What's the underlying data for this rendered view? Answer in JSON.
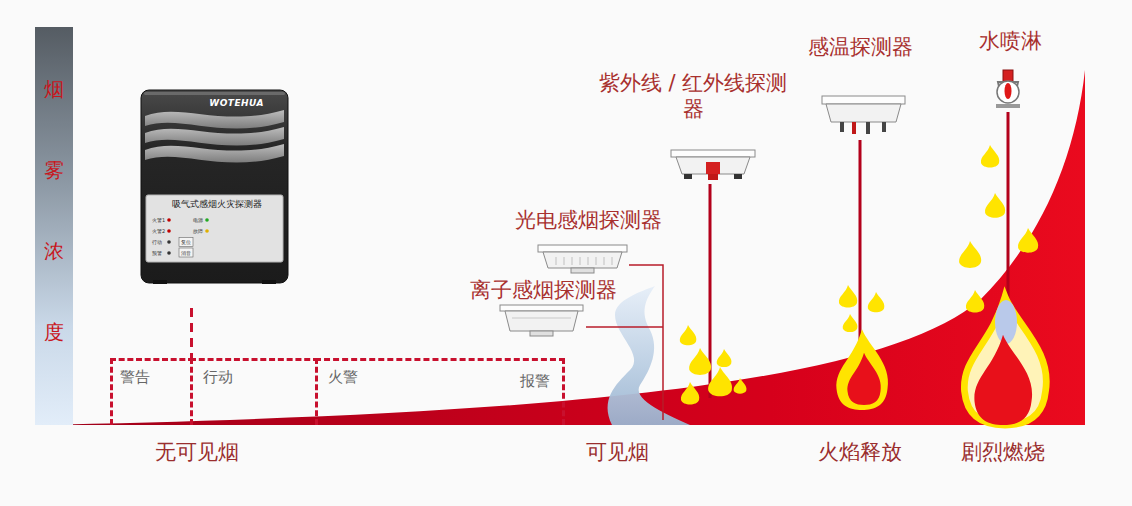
{
  "diagram": {
    "nodes": [
      {
        "text": [
          "烟雾浓度"
        ]
      },
      {
        "text": [
          "WOTEHUA"
        ]
      },
      {
        "text": [
          "吸气式感烟火灾探测器"
        ],
        "in": 1
      },
      {
        "text": [
          "警告"
        ]
      },
      {
        "text": [
          "行动"
        ]
      },
      {
        "text": [
          "火警",
          "报警"
        ]
      }
    ],
    "labels": [
      "火警1",
      "电源",
      "火警2",
      "故障",
      "行动",
      "复位",
      "预警",
      "消音",
      "紫外线 / 红外线探测 器",
      "感温探测器",
      "水喷淋",
      "光电感烟探测器",
      "离子感烟探测器",
      "无可见烟",
      "可见烟",
      "火焰释放",
      "剧烈燃烧"
    ]
  }
}
